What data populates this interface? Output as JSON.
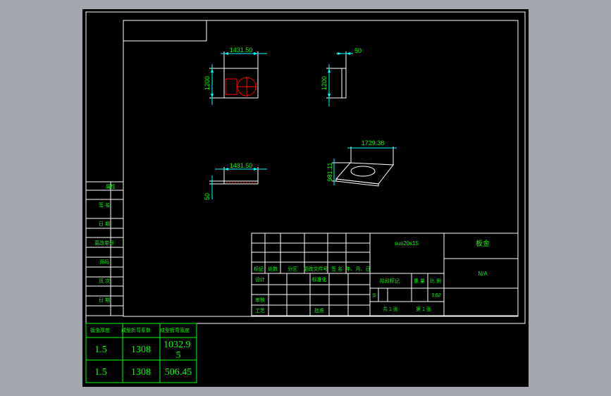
{
  "views": {
    "front": {
      "width_dim": "1431.50",
      "height_dim": "1200"
    },
    "side": {
      "depth_dim": "50",
      "height_dim": "1200"
    },
    "top": {
      "width_dim": "1431.50",
      "depth_dim": "50"
    },
    "iso": {
      "width_dim": "1729.38",
      "height_dim": "981.11"
    }
  },
  "left_strip": [
    "属性",
    "签 名",
    "日 期",
    "更改单号",
    "页码",
    "页 次",
    "日 期"
  ],
  "title_block": {
    "material": "sus20x15",
    "part_name": "板金",
    "scale": "N/A",
    "row_labels": [
      "标记",
      "处数",
      "分区",
      "更改文件号",
      "签 名",
      "年、月、日"
    ],
    "labels2": [
      "设计",
      "",
      "",
      "",
      "标准化",
      ""
    ],
    "labels3": [
      "审核",
      "",
      "",
      "",
      ""
    ],
    "labels4": [
      "工艺",
      "",
      "批准"
    ],
    "stage_label": "阶段标记",
    "weight_label": "重 量",
    "ratio_label": "比 例",
    "s_label": "S",
    "ratio_value": "1:62",
    "sheets_label": "共 1 张",
    "sheet_label": "第 1 张"
  },
  "spec_table": {
    "headers": [
      "钣金厚度",
      "成型折弯系数",
      "成型折弯宽度"
    ],
    "rows": [
      [
        "1.5",
        "1308",
        "1032.9\n5"
      ],
      [
        "1.5",
        "1308",
        "506.45"
      ]
    ]
  },
  "colors": {
    "line": "#ffffff",
    "text": "#00ff00",
    "dim": "#00ffff",
    "accent": "#ff0000",
    "bg": "#000000"
  }
}
